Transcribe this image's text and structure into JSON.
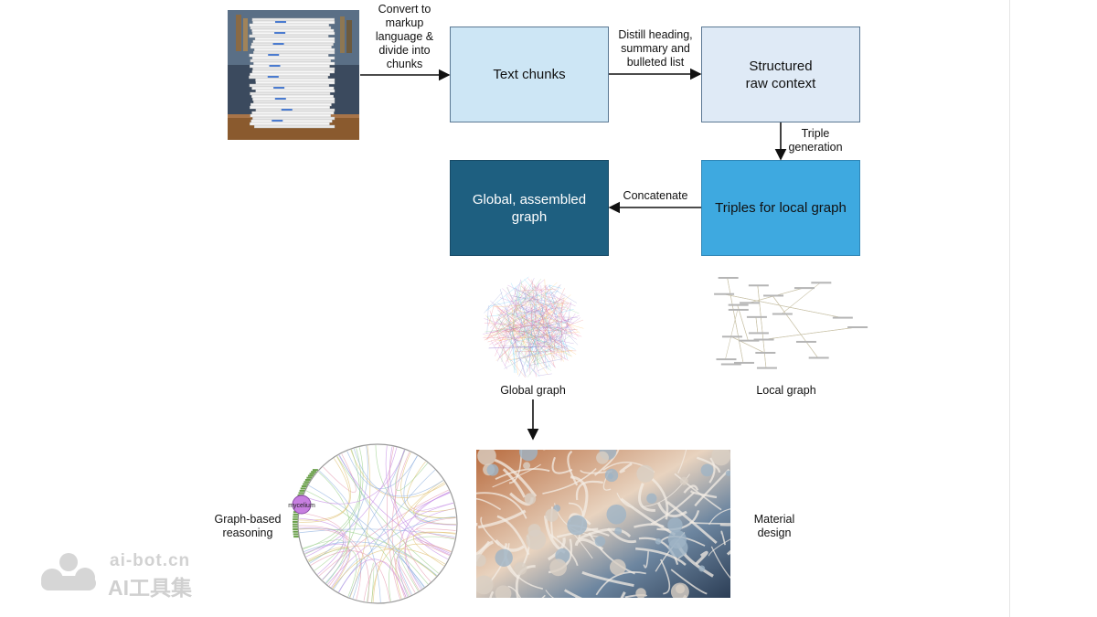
{
  "nodes": {
    "text_chunks": "Text chunks",
    "structured_line1": "Structured",
    "structured_line2": "raw context",
    "global_line1": "Global, assembled",
    "global_line2": "graph",
    "triples": "Triples for local graph"
  },
  "edges": {
    "convert": [
      "Convert to",
      "markup",
      "language &",
      "divide into",
      "chunks"
    ],
    "distill": [
      "Distill heading,",
      "summary and",
      "bulleted list"
    ],
    "triple_gen": [
      "Triple",
      "generation"
    ],
    "concatenate": "Concatenate"
  },
  "captions": {
    "global_graph": "Global graph",
    "local_graph": "Local graph",
    "graph_reasoning": [
      "Graph-based",
      "reasoning"
    ],
    "material_design": [
      "Material",
      "design"
    ]
  },
  "reasoning_node_label": "mycelium",
  "watermark": {
    "url": "ai-bot.cn",
    "name": "AI工具集"
  },
  "colors": {
    "light_blue": "#cde6f5",
    "pale_blue": "#dfeaf6",
    "dark_teal": "#1e5f80",
    "sky_blue": "#3ea9e0"
  }
}
